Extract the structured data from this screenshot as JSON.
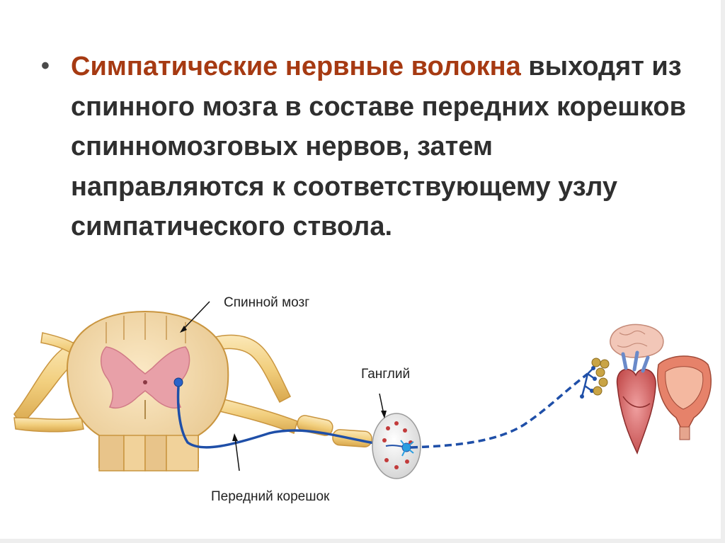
{
  "slide": {
    "bullet": "•",
    "text_lead": "Симпатические нервные волокна",
    "text_rest": " выходят из спинного мозга в составе передних корешков спинномозговых нервов, затем направляются к соответствующему узлу симпатического ствола."
  },
  "labels": {
    "spinal_cord": "Спинной мозг",
    "ganglion": "Ганглий",
    "anterior_root": "Передний корешок"
  },
  "colors": {
    "lead_text": "#a63a12",
    "body_text": "#2f2f2f",
    "nerve_fiber": "#1f4fa8",
    "spinal_tissue": "#f1d9a8",
    "grey_matter": "#e8a0a8"
  }
}
